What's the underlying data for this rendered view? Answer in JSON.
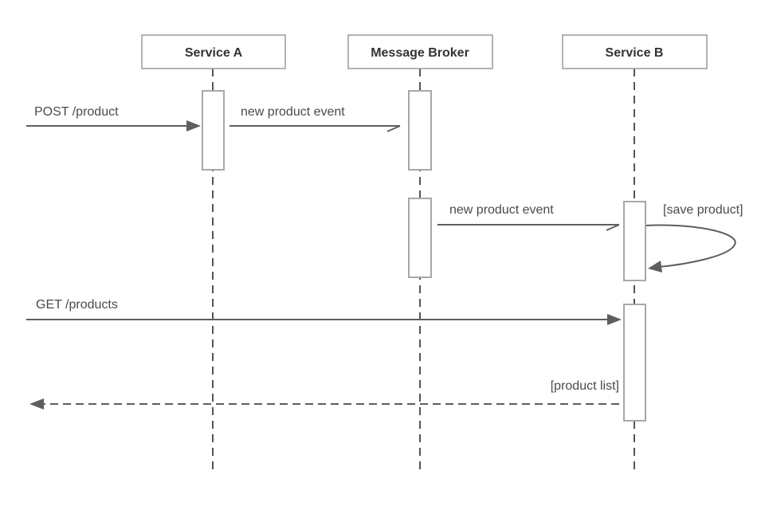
{
  "participants": {
    "service_a": "Service A",
    "message_broker": "Message Broker",
    "service_b": "Service B"
  },
  "messages": {
    "post_product": "POST /product",
    "new_product_event_1": "new product event",
    "new_product_event_2": "new product event",
    "save_product": "[save product]",
    "get_products": "GET /products",
    "product_list": "[product list]"
  }
}
